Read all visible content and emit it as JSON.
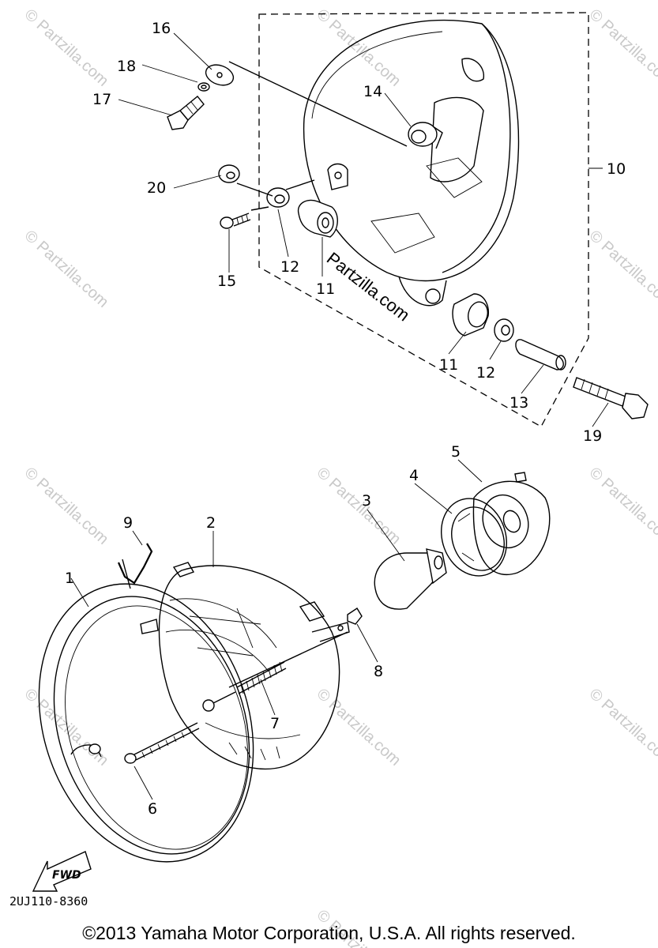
{
  "callouts": {
    "c1": "1",
    "c2": "2",
    "c3": "3",
    "c4": "4",
    "c5": "5",
    "c6": "6",
    "c7": "7",
    "c8": "8",
    "c9": "9",
    "c10": "10",
    "c11a": "11",
    "c11b": "11",
    "c12a": "12",
    "c12b": "12",
    "c13": "13",
    "c14": "14",
    "c15": "15",
    "c16": "16",
    "c17": "17",
    "c18": "18",
    "c19": "19",
    "c20": "20"
  },
  "fwd_label": "FWD",
  "diagram_code": "2UJ110-8360",
  "watermark": "© Partzilla.com",
  "watermark_main": "Partzilla.com",
  "copyright": "©2013  Yamaha Motor Corporation, U.S.A. All rights reserved."
}
